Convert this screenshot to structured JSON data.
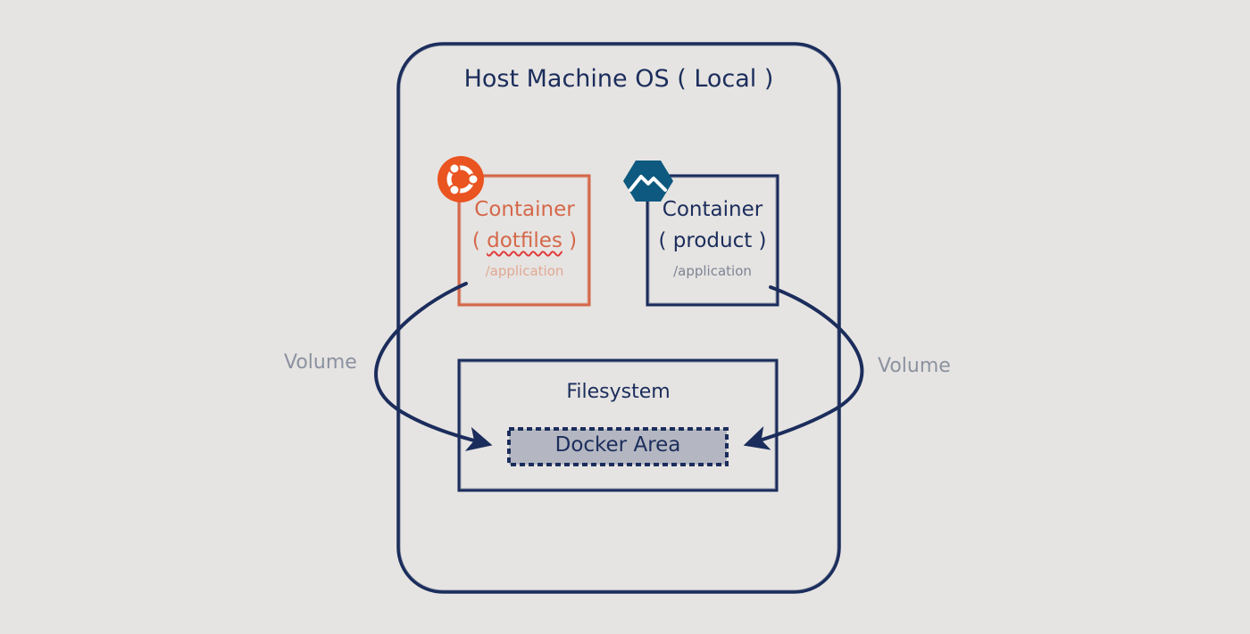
{
  "host": {
    "title": "Host Machine OS ( Local )"
  },
  "containers": [
    {
      "title": "Container",
      "subtitle_open": "( ",
      "subtitle_name": "dotfiles",
      "subtitle_close": " )",
      "path": "/application",
      "icon": "ubuntu-icon",
      "color": "#d4684a"
    },
    {
      "title": "Container",
      "subtitle": "( product )",
      "path": "/application",
      "icon": "alpine-icon",
      "color": "#1b2d5c"
    }
  ],
  "filesystem": {
    "title": "Filesystem",
    "docker_area": "Docker Area"
  },
  "volumes": {
    "left": "Volume",
    "right": "Volume"
  },
  "colors": {
    "background": "#e6e4e2",
    "navy": "#1b2d5c",
    "orange": "#d4684a",
    "docker_area_fill": "#b4b7c1",
    "ubuntu": "#e95420",
    "alpine": "#0d597f"
  }
}
